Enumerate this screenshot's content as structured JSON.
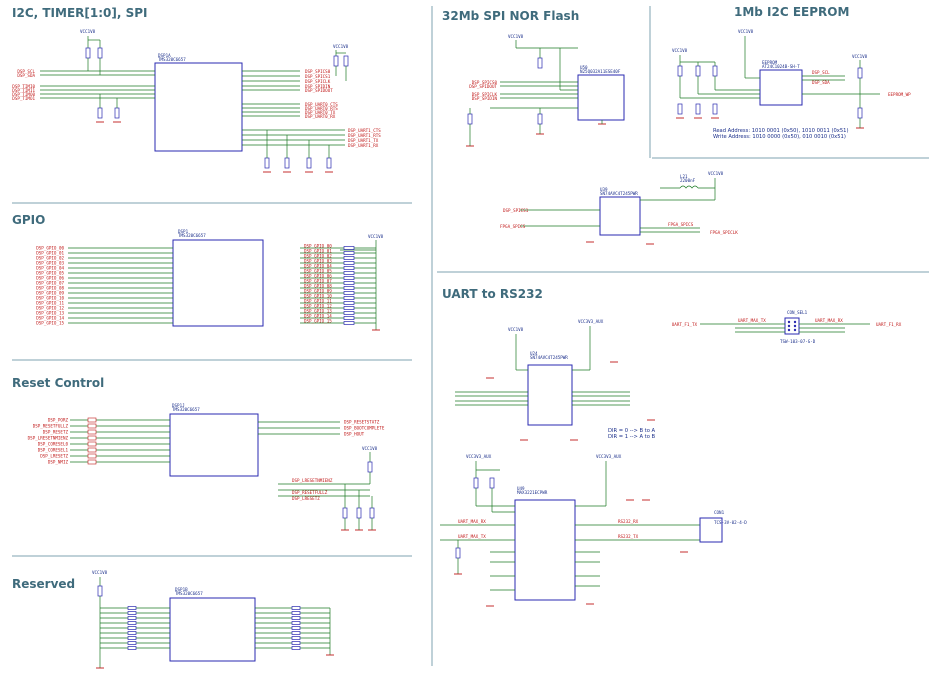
{
  "sections": {
    "i2c_timer_spi": "I2C, TIMER[1:0], SPI",
    "spi_nor": "32Mb SPI NOR Flash",
    "eeprom": "1Mb I2C EEPROM",
    "gpio": "GPIO",
    "reset": "Reset Control",
    "uart": "UART to RS232",
    "reserved": "Reserved"
  },
  "eeprom_notes": {
    "read": "Read Address: 1010 0001 (0x50), 1010 0011 (0x51)",
    "write": "Write Address: 1010 0000 (0x50), 010 0010 (0x51)"
  },
  "uart_notes": {
    "dir0": "DIR = 0 --> B to A",
    "dir1": "DIR = 1 --> A to B"
  },
  "power": {
    "vcc1v8": "VCC1V8",
    "vcc3v3_aux": "VCC3V3_AUX"
  },
  "parts": {
    "u_dsp_a": {
      "ref": "DSP1A",
      "part": "TMS320C6657"
    },
    "u_dsp_b": {
      "ref": "DSP1",
      "part": "TMS320C6657"
    },
    "u_dsp_c": {
      "ref": "DSP1J",
      "part": "TMS320C6657"
    },
    "u_dsp_d": {
      "ref": "DSP1B",
      "part": "TMS320C6657"
    },
    "u_flash": {
      "ref": "U50",
      "part": "N25Q032A11ESE40F"
    },
    "u_eeprom": {
      "ref": "EEPROM",
      "part": "AT24C1024B-SH-T"
    },
    "u_buffer1": {
      "ref": "U39",
      "part": "SN74AVC4T245PWR"
    },
    "u_buffer2": {
      "ref": "U24",
      "part": "SN74AVC4T245PWR"
    },
    "u_rs232": {
      "ref": "U49",
      "part": "MAX3221ECPWR"
    },
    "conn_j": {
      "ref": "CON_SEL1",
      "part": "TSW-103-07-G-D"
    },
    "conn_db": {
      "ref": "CON1",
      "part": "TCS-3V-02-4-D"
    },
    "inductor": {
      "ref": "L21",
      "part": "2200nF"
    }
  },
  "nets": {
    "i2c_left": [
      "DSP_SCL",
      "DSP_SDA",
      "DSP_TIMI0",
      "DSP_TIMI1",
      "DSP_TIMO0",
      "DSP_TIMO1"
    ],
    "spi_right": [
      "DSP_SPICS0",
      "DSP_SPICS1",
      "DSP_SPICLK",
      "DSP_SPIDIN",
      "DSP_SPIDOUT"
    ],
    "uart_right": [
      "DSP_UART0_CTS",
      "DSP_UART0_RTS",
      "DSP_UART0_TX",
      "DSP_UART0_RX",
      "DSP_UART1_CTS",
      "DSP_UART1_RTS",
      "DSP_UART1_TX",
      "DSP_UART1_RX"
    ],
    "gpio_left": [
      "DSP_GPIO_00",
      "DSP_GPIO_01",
      "DSP_GPIO_02",
      "DSP_GPIO_03",
      "DSP_GPIO_04",
      "DSP_GPIO_05",
      "DSP_GPIO_06",
      "DSP_GPIO_07",
      "DSP_GPIO_08",
      "DSP_GPIO_09",
      "DSP_GPIO_10",
      "DSP_GPIO_11",
      "DSP_GPIO_12",
      "DSP_GPIO_13",
      "DSP_GPIO_14",
      "DSP_GPIO_15"
    ],
    "reset_left": [
      "DSP_PORZ",
      "DSP_RESETFULLZ",
      "DSP_RESETZ",
      "DSP_LRESETNMIENZ",
      "DSP_CORESEL0",
      "DSP_CORESEL1",
      "DSP_LRESETZ",
      "DSP_NMIZ"
    ],
    "reset_right": [
      "DSP_RESETSTATZ",
      "DSP_BOOTCOMPLETE",
      "DSP_HOUT"
    ],
    "uart_rs232": [
      "UART_MAX_RX",
      "UART_MAX_TX",
      "RS232_RX",
      "RS232_TX"
    ],
    "spi_flash": [
      "DSP_SPICS0",
      "DSP_SPIDOUT",
      "DSP_SPICLK",
      "DSP_SPIDIN"
    ],
    "eeprom": [
      "DSP_SCL",
      "DSP_SDA",
      "EEPROM_WP"
    ],
    "fpga_spi": [
      "FPGA_SPICS",
      "FPGA_SPICLK",
      "DSP_SPICS1"
    ],
    "uart_sel": [
      "UART_F1_TX",
      "UART_F1_RX",
      "UART_MAX_TX",
      "UART_MAX_RX"
    ]
  }
}
